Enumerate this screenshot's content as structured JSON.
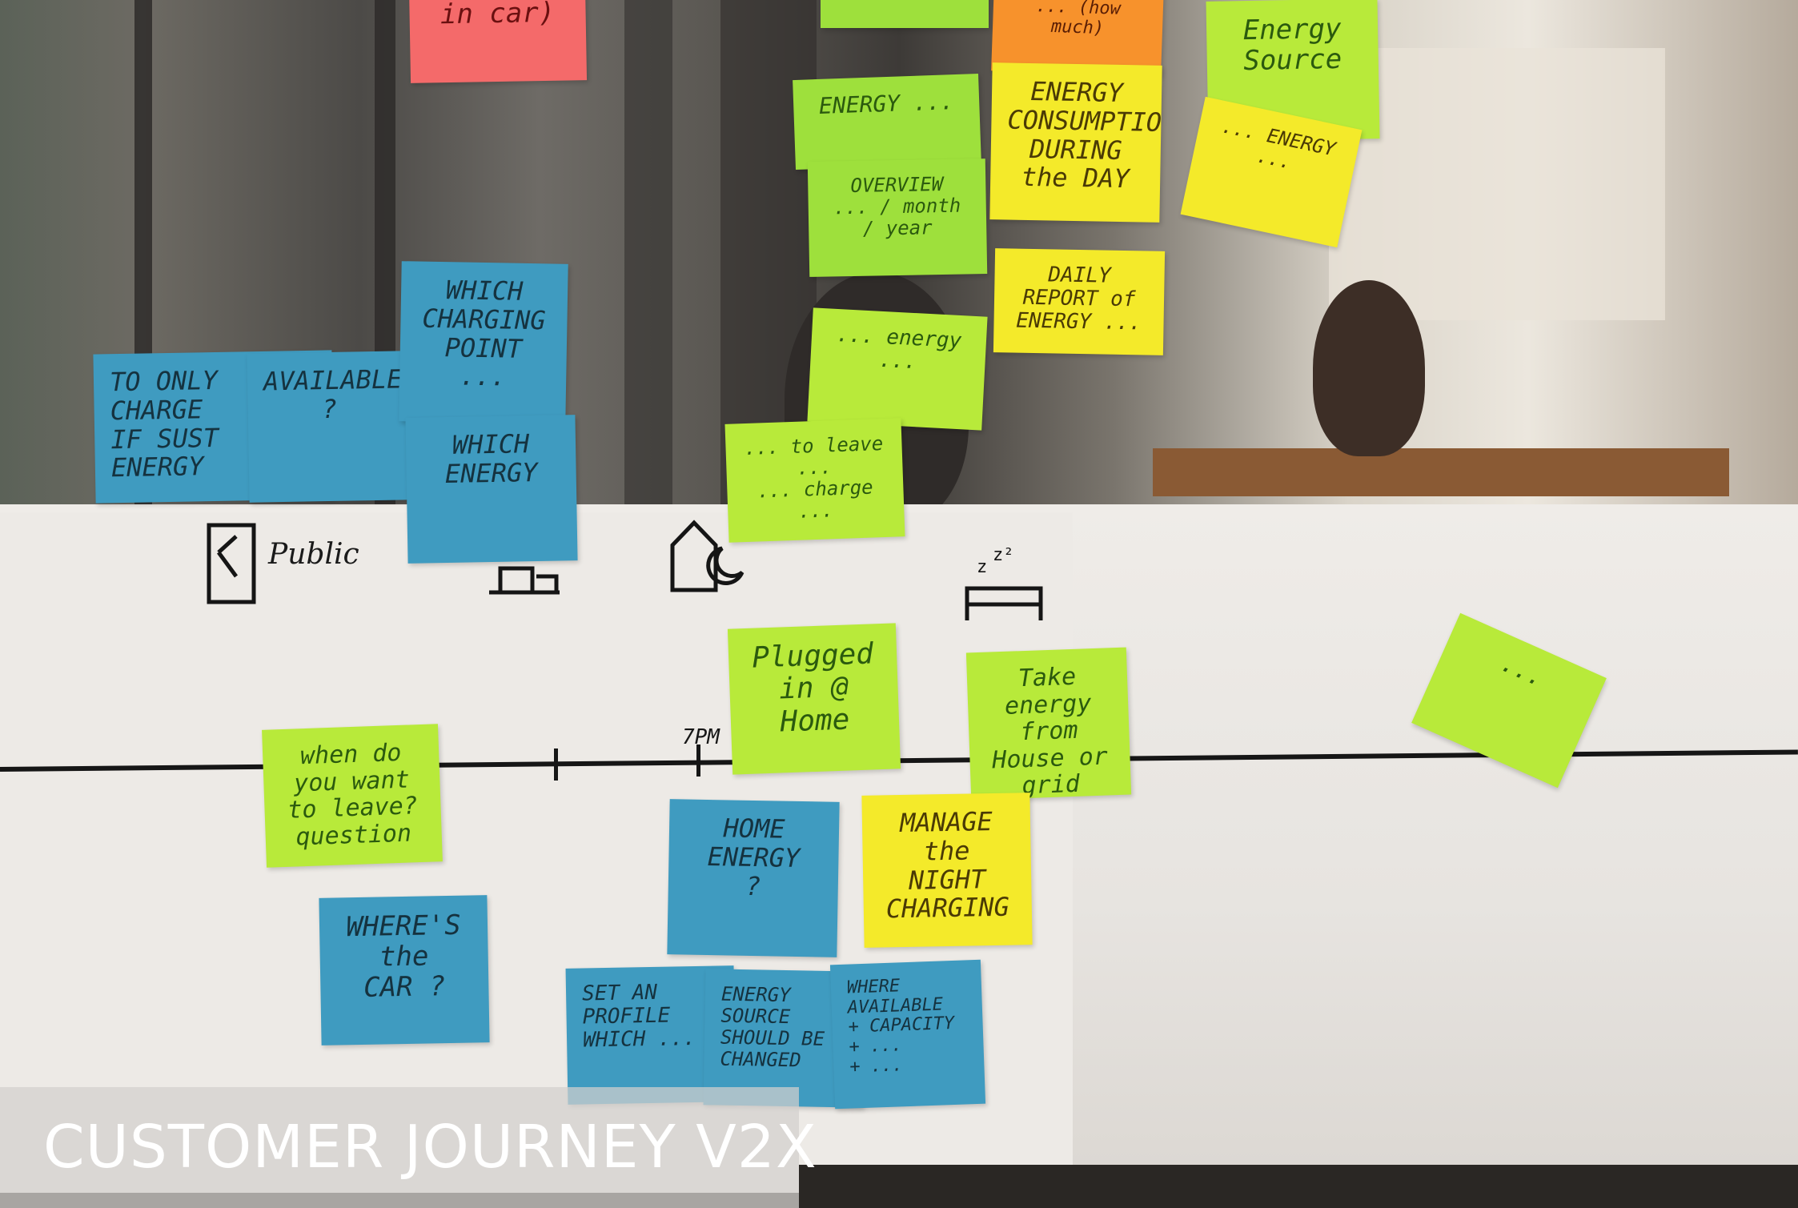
{
  "caption": "CUSTOMER JOURNEY V2X",
  "timeline": {
    "tick_label": "7PM"
  },
  "sketch_labels": {
    "public": "Public"
  },
  "notes": {
    "pink_top": "in car)",
    "orange_top": "... (how much)",
    "green_top_left": "ENERGY ...",
    "yellow_energy_consumption": "ENERGY\nCONSUMPTION\nDURING the DAY",
    "green_energy_source": "Energy\nSource",
    "yellow_right_cluster": "... ENERGY ...",
    "green_overview": "OVERVIEW\n... / month / year",
    "yellow_daily_report": "DAILY\nREPORT of\nENERGY ...",
    "blue_only_charge": "TO ONLY\nCHARGE\nIF SUST\nENERGY",
    "blue_available": "AVAILABLE\n?",
    "blue_which_charging_point": "WHICH\nCHARGING\nPOINT ...",
    "blue_which_energy": "WHICH\nENERGY",
    "green_mid_1": "... energy ...",
    "green_mid_2": "... to leave ...\n... charge ...",
    "green_when_leave": "when do\nyou want\nto leave?\nquestion",
    "green_plugged": "Plugged\nin @\nHome",
    "green_take_energy": "Take energy\nfrom\nHouse or\ngrid",
    "green_far_right": "...",
    "blue_wheres_car": "WHERE'S\nthe\nCAR ?",
    "blue_home_energy": "HOME\nENERGY\n?",
    "yellow_manage_night": "MANAGE\nthe NIGHT\nCHARGING",
    "blue_set_profile": "SET AN\nPROFILE\nWHICH ...",
    "blue_energy_source_change": "ENERGY\nSOURCE\nSHOULD BE\nCHANGED",
    "blue_where_available": "WHERE\nAVAILABLE\n+ CAPACITY\n+ ...\n+ ..."
  }
}
